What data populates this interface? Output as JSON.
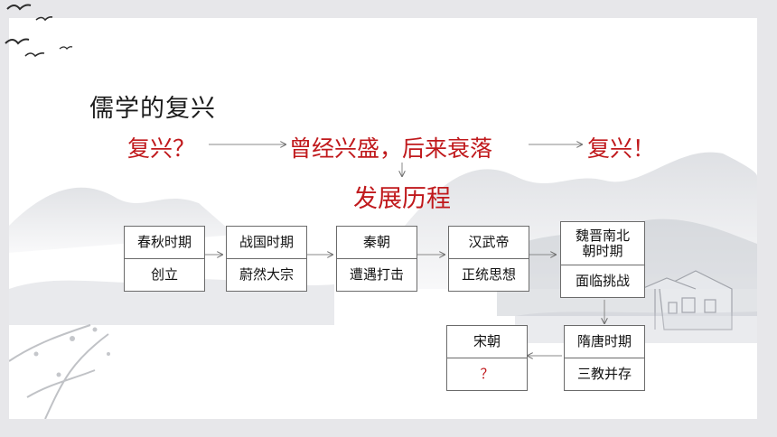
{
  "title": "儒学的复兴",
  "process": {
    "step1": "复兴？",
    "step2": "曾经兴盛，后来衰落",
    "step3": "复兴！",
    "subtitle": "发展历程"
  },
  "stages": [
    {
      "period": "春秋时期",
      "event": "创立"
    },
    {
      "period": "战国时期",
      "event": "蔚然大宗"
    },
    {
      "period": "秦朝",
      "event": "遭遇打击"
    },
    {
      "period": "汉武帝",
      "event": "正统思想"
    },
    {
      "period": "魏晋南北朝时期",
      "event": "面临挑战"
    },
    {
      "period": "隋唐时期",
      "event": "三教并存"
    },
    {
      "period": "宋朝",
      "event": "？"
    }
  ],
  "colors": {
    "accent": "#c0191c",
    "text": "#1c1c1c",
    "border": "#6b6b6b"
  }
}
